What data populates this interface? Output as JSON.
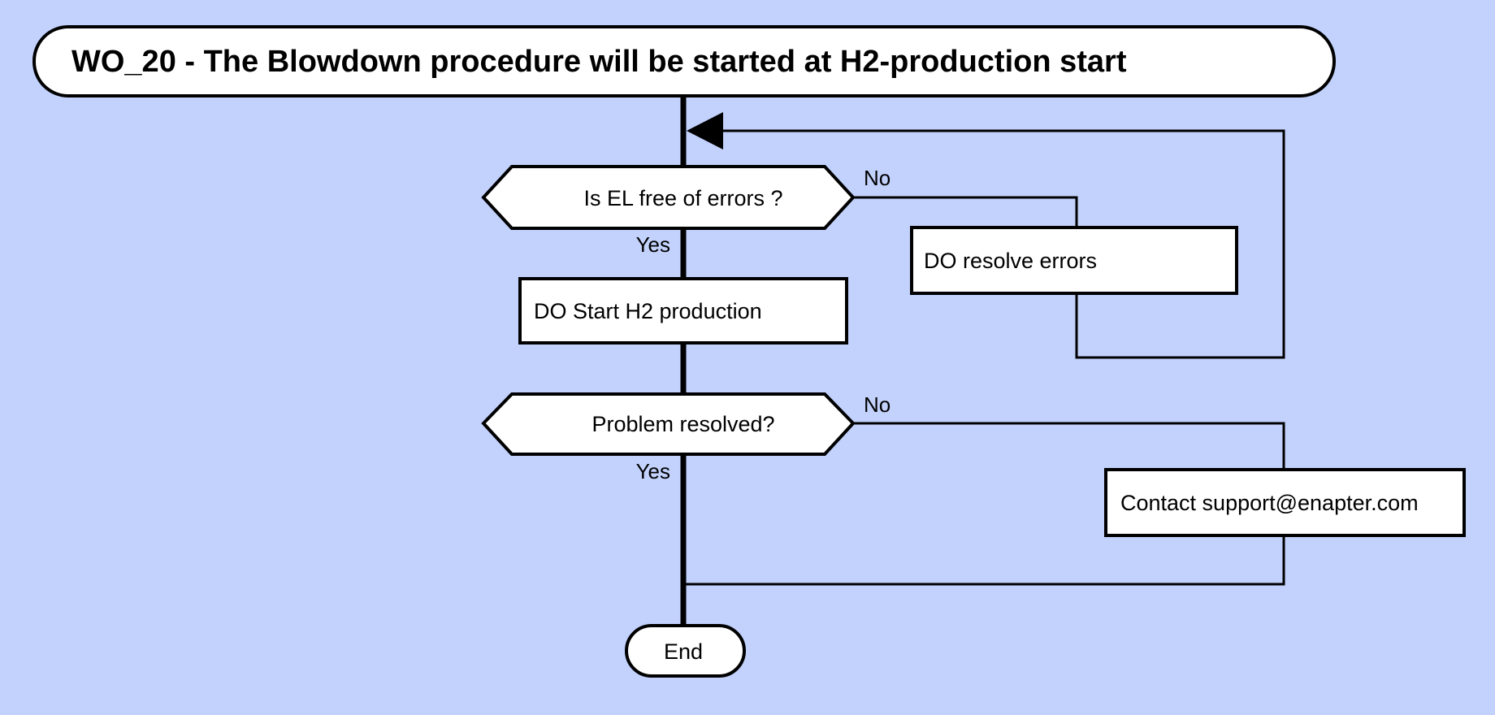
{
  "diagram": {
    "type": "flowchart",
    "background_color": "#c3d2fd",
    "shape_fill_color": "#ffffff",
    "line_color": "#000000",
    "title": "WO_20 - The Blowdown procedure will be started at H2-production start",
    "nodes": {
      "start": {
        "id": "start",
        "shape": "rounded-rectangle",
        "label": "WO_20 - The Blowdown procedure will be started at H2-production start"
      },
      "decision_errors": {
        "id": "decision_errors",
        "shape": "hexagon",
        "label": "Is EL free of errors ?"
      },
      "action_resolve": {
        "id": "action_resolve",
        "shape": "rectangle",
        "label": "DO resolve errors"
      },
      "action_start_h2": {
        "id": "action_start_h2",
        "shape": "rectangle",
        "label": "DO Start H2 production"
      },
      "decision_problem": {
        "id": "decision_problem",
        "shape": "hexagon",
        "label": "Problem resolved?"
      },
      "action_contact": {
        "id": "action_contact",
        "shape": "rectangle",
        "label": "Contact support@enapter.com"
      },
      "end": {
        "id": "end",
        "shape": "rounded-rectangle",
        "label": "End"
      }
    },
    "branch_labels": {
      "errors_yes": "Yes",
      "errors_no": "No",
      "problem_yes": "Yes",
      "problem_no": "No"
    },
    "edges": [
      {
        "from": "start",
        "to": "decision_errors",
        "label": ""
      },
      {
        "from": "decision_errors",
        "to": "action_start_h2",
        "label": "Yes"
      },
      {
        "from": "decision_errors",
        "to": "action_resolve",
        "label": "No"
      },
      {
        "from": "action_resolve",
        "to": "decision_errors",
        "label": ""
      },
      {
        "from": "action_start_h2",
        "to": "decision_problem",
        "label": ""
      },
      {
        "from": "decision_problem",
        "to": "end",
        "label": "Yes"
      },
      {
        "from": "decision_problem",
        "to": "action_contact",
        "label": "No"
      },
      {
        "from": "action_contact",
        "to": "end",
        "label": ""
      }
    ]
  }
}
